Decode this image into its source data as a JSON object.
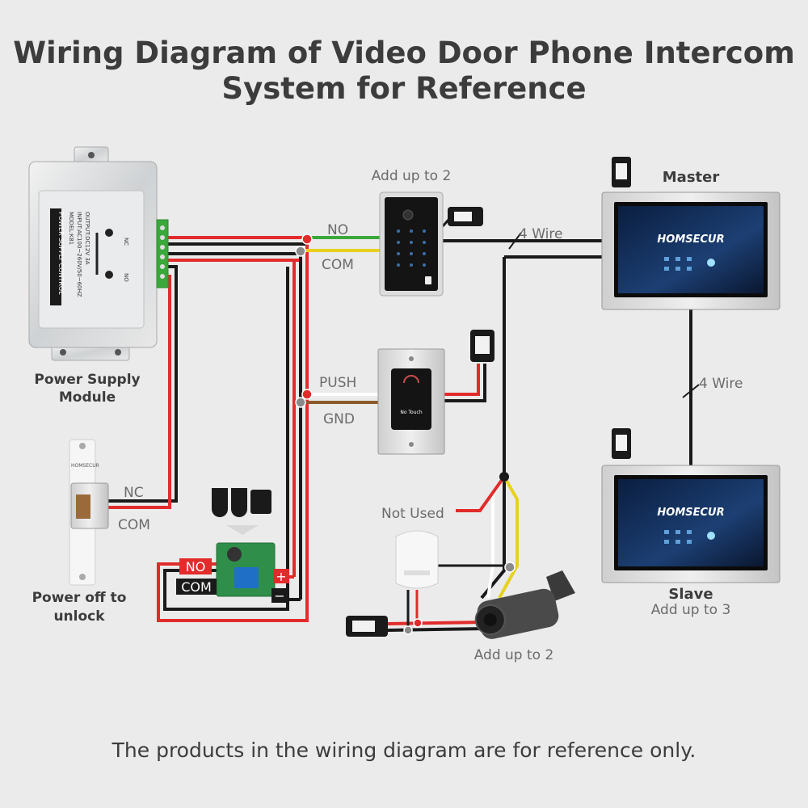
{
  "title": {
    "line1": "Wiring Diagram of Video Door Phone Intercom",
    "line2": "System for Reference"
  },
  "footer": "The products in the wiring diagram are for reference only.",
  "power_supply": {
    "label_line1": "Power Supply",
    "label_line2": "Module",
    "panel_title": "POWER SUPPLY CONTROL",
    "panel_model": "MODEL:K81",
    "panel_input": "INPUT:AC100~260V/50~60HZ",
    "panel_output": "OUTPUT:DC12V 3A",
    "terminal_nc": "NC",
    "terminal_no": "NO"
  },
  "door_lock": {
    "brand": "HOMSECUR",
    "nc": "NC",
    "com": "COM",
    "label_line1": "Power off to",
    "label_line2": "unlock"
  },
  "door_station": {
    "add_up": "Add up to 2",
    "no": "NO",
    "com": "COM"
  },
  "exit_button": {
    "push": "PUSH",
    "gnd": "GND",
    "text": "No Touch"
  },
  "master_monitor": {
    "label": "Master",
    "brand": "HOMSECUR",
    "wire": "4 Wire"
  },
  "slave_monitor": {
    "label": "Slave",
    "add_up": "Add up to 3",
    "brand": "HOMSECUR",
    "wire": "4 Wire"
  },
  "remote_module": {
    "no": "NO",
    "com": "COM",
    "plus": "+",
    "minus": "−"
  },
  "camera": {
    "add_up": "Add up to 2",
    "not_used": "Not Used"
  },
  "colors": {
    "red": "#e22b2b",
    "black": "#1a1a1a",
    "green": "#3aa83a",
    "yellow": "#e6d21e",
    "brown": "#8b5a2b",
    "white": "#ffffff"
  }
}
